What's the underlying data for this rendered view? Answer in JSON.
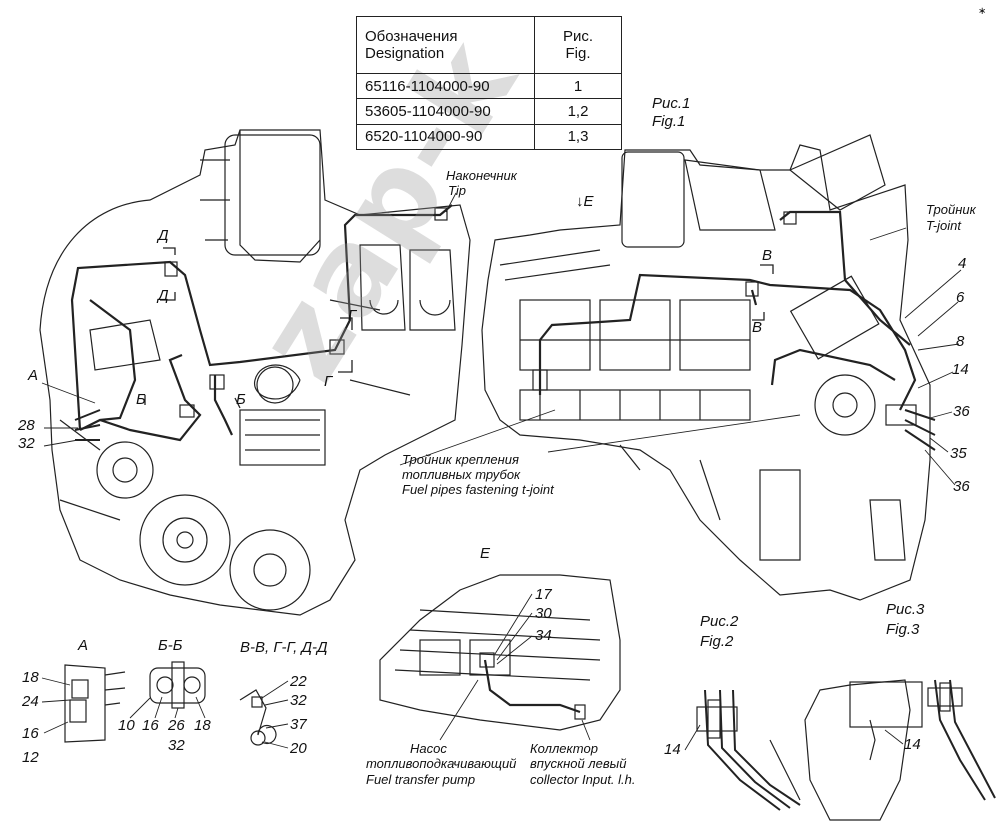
{
  "table": {
    "header_col1_ru": "Обозначения",
    "header_col1_en": "Designation",
    "header_col2_ru": "Рис.",
    "header_col2_en": "Fig.",
    "rows": [
      {
        "designation": "65116-1104000-90",
        "fig": "1"
      },
      {
        "designation": "53605-1104000-90",
        "fig": "1,2"
      },
      {
        "designation": "6520-1104000-90",
        "fig": "1,3"
      }
    ]
  },
  "fig1_caption_ru": "Рис.1",
  "fig1_caption_en": "Fig.1",
  "fig2_caption_ru": "Рис.2",
  "fig2_caption_en": "Fig.2",
  "fig3_caption_ru": "Рис.3",
  "fig3_caption_en": "Fig.3",
  "tip_ru": "Наконечник",
  "tip_en": "Tip",
  "tjoint_ru": "Тройник",
  "tjoint_en": "T-joint",
  "fastening_ru_1": "Тройник крепления",
  "fastening_ru_2": "топливных трубок",
  "fastening_en": "Fuel pipes fastening t-joint",
  "pump_ru_1": "Насос",
  "pump_ru_2": "топливоподкачивающий",
  "pump_en": "Fuel transfer pump",
  "collector_ru_1": "Коллектор",
  "collector_ru_2": "впускной левый",
  "collector_en": "collector Input. l.h.",
  "view_e": "E",
  "view_e_arrow": "↓E",
  "section_a": "A",
  "section_bb": "Б-Б",
  "section_vv": "В-В, Г-Г, Д-Д",
  "markers": {
    "A": "A",
    "B_cyr": "Б",
    "V": "В",
    "G": "Г",
    "D": "Д"
  },
  "callouts": {
    "n4": "4",
    "n6": "6",
    "n8": "8",
    "n14": "14",
    "n36a": "36",
    "n35": "35",
    "n36b": "36",
    "n28": "28",
    "n32": "32",
    "n17": "17",
    "n30": "30",
    "n34": "34",
    "a18": "18",
    "a24": "24",
    "a16": "16",
    "a12": "12",
    "b10": "10",
    "b16": "16",
    "b26": "26",
    "b18": "18",
    "b32": "32",
    "v22": "22",
    "v32": "32",
    "v37": "37",
    "v20": "20",
    "f2_14": "14",
    "f3_14": "14"
  },
  "watermark": "zap-k",
  "corner_mark": "∗"
}
